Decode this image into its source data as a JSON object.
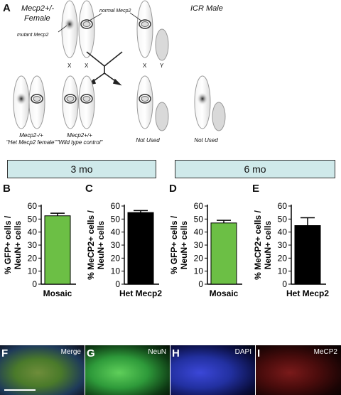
{
  "panels": {
    "A": "A",
    "B": "B",
    "C": "C",
    "D": "D",
    "E": "E",
    "F": "F",
    "G": "G",
    "H": "H",
    "I": "I"
  },
  "schematic": {
    "female_label_line1": "Mecp2+/-",
    "female_label_line2": "Female",
    "male_label": "ICR Male",
    "mutant_label": "mutant Mecp2",
    "normal_label": "normal Mecp2",
    "chrom_letters": {
      "x1": "X",
      "x2": "X",
      "x3": "X",
      "y": "Y"
    },
    "offspring": [
      {
        "genotype": "Mecp2-/+",
        "desc": "\"Het Mecp2 female\""
      },
      {
        "genotype": "Mecp2+/+",
        "desc": "\"Wild type control\""
      },
      {
        "genotype": "Not Used",
        "desc": ""
      },
      {
        "genotype": "Not Used",
        "desc": ""
      }
    ]
  },
  "timepoints": {
    "left": "3 mo",
    "right": "6 mo"
  },
  "colors": {
    "green_bar": "#6cbf45",
    "black_bar": "#000000",
    "timepoint_fill": "#cfe9ea"
  },
  "chart_data": [
    {
      "type": "bar",
      "panel": "B",
      "categories": [
        "Mosaic"
      ],
      "values": [
        52.5
      ],
      "error": [
        2
      ],
      "ylabel": "% GFP+ cells / NeuN+ cells",
      "ylim": [
        0,
        60
      ],
      "yticks": [
        0,
        10,
        20,
        30,
        40,
        50,
        60
      ],
      "color": "#6cbf45"
    },
    {
      "type": "bar",
      "panel": "C",
      "categories": [
        "Het Mecp2"
      ],
      "values": [
        55
      ],
      "error": [
        1.5
      ],
      "ylabel": "% MeCP2+ cells / NeuN+ cells",
      "ylim": [
        0,
        60
      ],
      "yticks": [
        0,
        10,
        20,
        30,
        40,
        50,
        60
      ],
      "color": "#000000"
    },
    {
      "type": "bar",
      "panel": "D",
      "categories": [
        "Mosaic"
      ],
      "values": [
        47
      ],
      "error": [
        2
      ],
      "ylabel": "% GFP+ cells / NeuN+ cells",
      "ylim": [
        0,
        60
      ],
      "yticks": [
        0,
        10,
        20,
        30,
        40,
        50,
        60
      ],
      "color": "#6cbf45"
    },
    {
      "type": "bar",
      "panel": "E",
      "categories": [
        "Het Mecp2"
      ],
      "values": [
        45
      ],
      "error": [
        6
      ],
      "ylabel": "% MeCP2+ cells / NeuN+ cells",
      "ylim": [
        0,
        60
      ],
      "yticks": [
        0,
        10,
        20,
        30,
        40,
        50,
        60
      ],
      "color": "#000000"
    }
  ],
  "micrographs": [
    {
      "letter": "F",
      "label": "Merge"
    },
    {
      "letter": "G",
      "label": "NeuN"
    },
    {
      "letter": "H",
      "label": "DAPI"
    },
    {
      "letter": "I",
      "label": "MeCP2"
    }
  ]
}
